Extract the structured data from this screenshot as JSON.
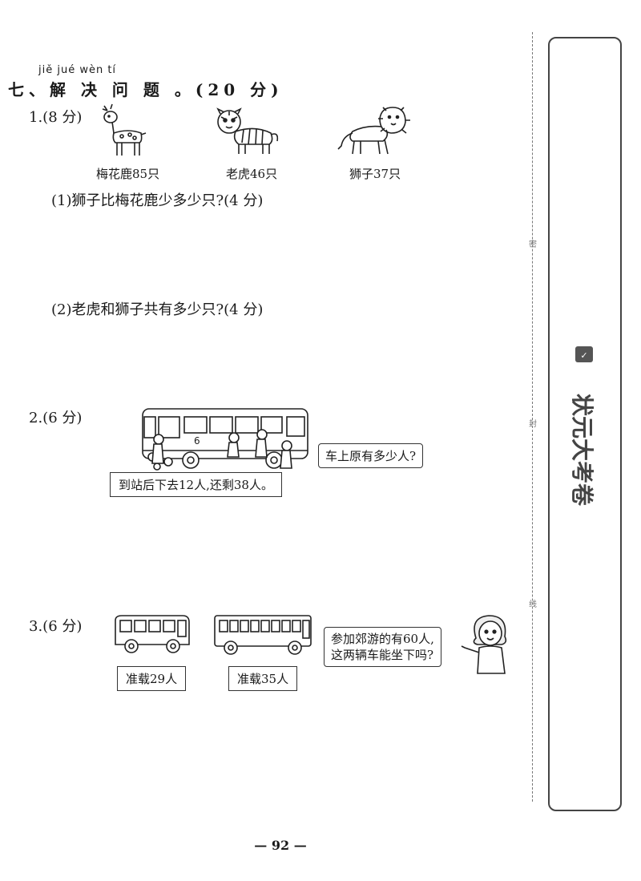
{
  "section": {
    "pinyin": "jiě  jué  wèn  tí",
    "title": "七、解 决 问 题 。(20 分)"
  },
  "q1": {
    "label": "1.(8 分)",
    "animals": [
      {
        "icon": "deer-icon",
        "label": "梅花鹿85只"
      },
      {
        "icon": "tiger-icon",
        "label": "老虎46只"
      },
      {
        "icon": "lion-icon",
        "label": "狮子37只"
      }
    ],
    "sub1": "(1)狮子比梅花鹿少多少只?(4 分)",
    "sub2": "(2)老虎和狮子共有多少只?(4 分)"
  },
  "q2": {
    "label": "2.(6 分)",
    "caption": "到站后下去12人,还剩38人。",
    "bubble": "车上原有多少人?",
    "bus_number": "6"
  },
  "q3": {
    "label": "3.(6 分)",
    "bus1_caption": "准载29人",
    "bus2_caption": "准载35人",
    "bubble_line1": "参加郊游的有60人,",
    "bubble_line2": "这两辆车能坐下吗?"
  },
  "margin_marks": [
    "密",
    "封",
    "线"
  ],
  "brand": {
    "text": "状元大考卷"
  },
  "page_number": "— 92 —"
}
